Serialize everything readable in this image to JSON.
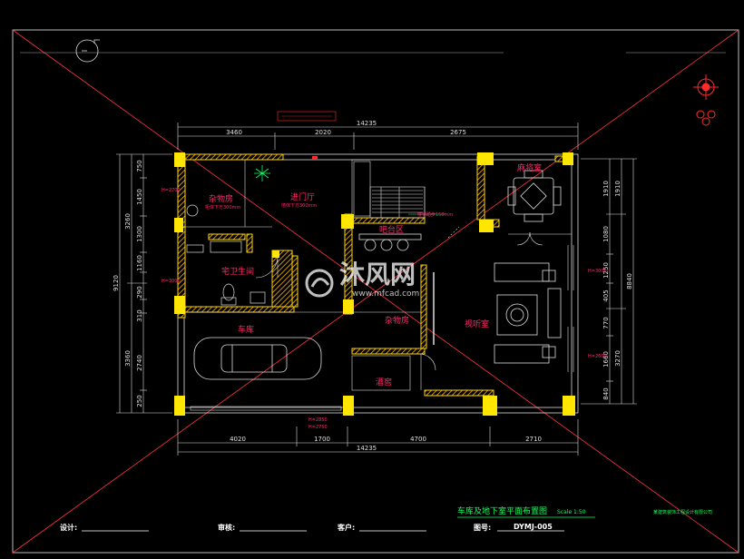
{
  "drawing": {
    "title": "车库及地下室平面布置图",
    "scale": "Scale  1:50",
    "company_note": "某建筑装饰工程设计有限公司"
  },
  "title_block": [
    {
      "label": "设计:",
      "value": ""
    },
    {
      "label": "审核:",
      "value": ""
    },
    {
      "label": "客户:",
      "value": ""
    },
    {
      "label": "图号:",
      "value": "DYMJ-005"
    }
  ],
  "watermark": {
    "brand": "沐风网",
    "url": "www.mfcad.com"
  },
  "rooms": {
    "storage": "杂物房",
    "entry": "进门厅",
    "wc": "宅卫生间",
    "garage": "车库",
    "bar": "吧台区",
    "wine": "酒窖",
    "misc": "杂物房",
    "media": "视听室",
    "mahjong": "麻将室",
    "stairs_note": "楼梯踏步150mm",
    "storage_note": "柜体下方300mm",
    "entry_note": "墙体下方300mm"
  },
  "dims": {
    "top_total": "14235",
    "top_segments": [
      "3460",
      "2020",
      "2675"
    ],
    "bottom_total": "14235",
    "bottom_segments": [
      "4020",
      "1700",
      "4700",
      "2710"
    ],
    "left_total": "9120",
    "left_outer": [
      "3260",
      "3360"
    ],
    "left_inner": [
      "750",
      "1450",
      "1300",
      "1160",
      "290",
      "310",
      "2740",
      "250"
    ],
    "right_total": "8840",
    "right_outer": [
      "1910",
      "3270"
    ],
    "right_inner": [
      "1910",
      "1080",
      "1250",
      "405",
      "770",
      "1660",
      "840"
    ]
  },
  "elev_labels": [
    "H=2700",
    "H=3000",
    "H=2850",
    "H=2750",
    "H=3000",
    "H=2600"
  ]
}
